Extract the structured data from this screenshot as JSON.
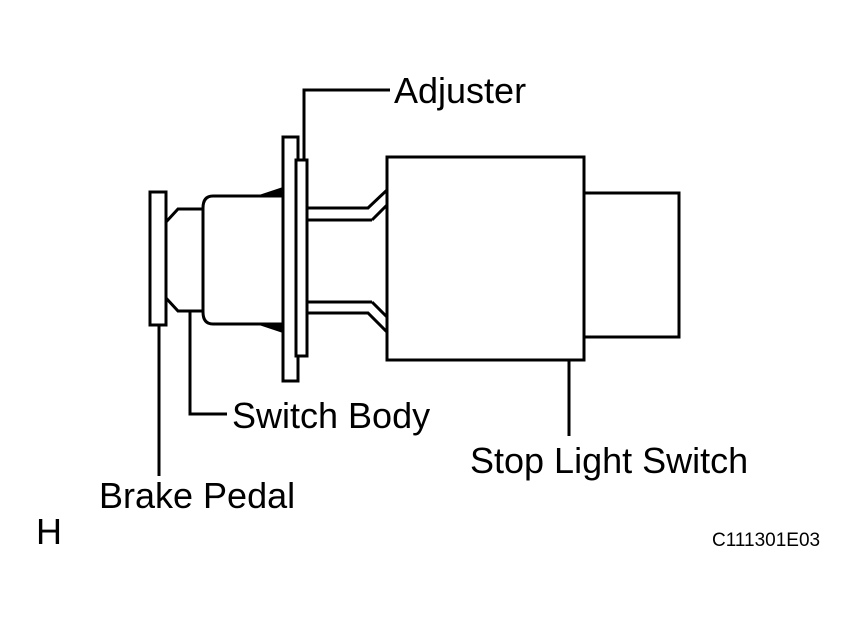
{
  "labels": {
    "adjuster": "Adjuster",
    "switch_body": "Switch Body",
    "stop_light_switch": "Stop Light Switch",
    "brake_pedal": "Brake Pedal",
    "view_letter": "H",
    "figure_code": "C111301E03"
  }
}
